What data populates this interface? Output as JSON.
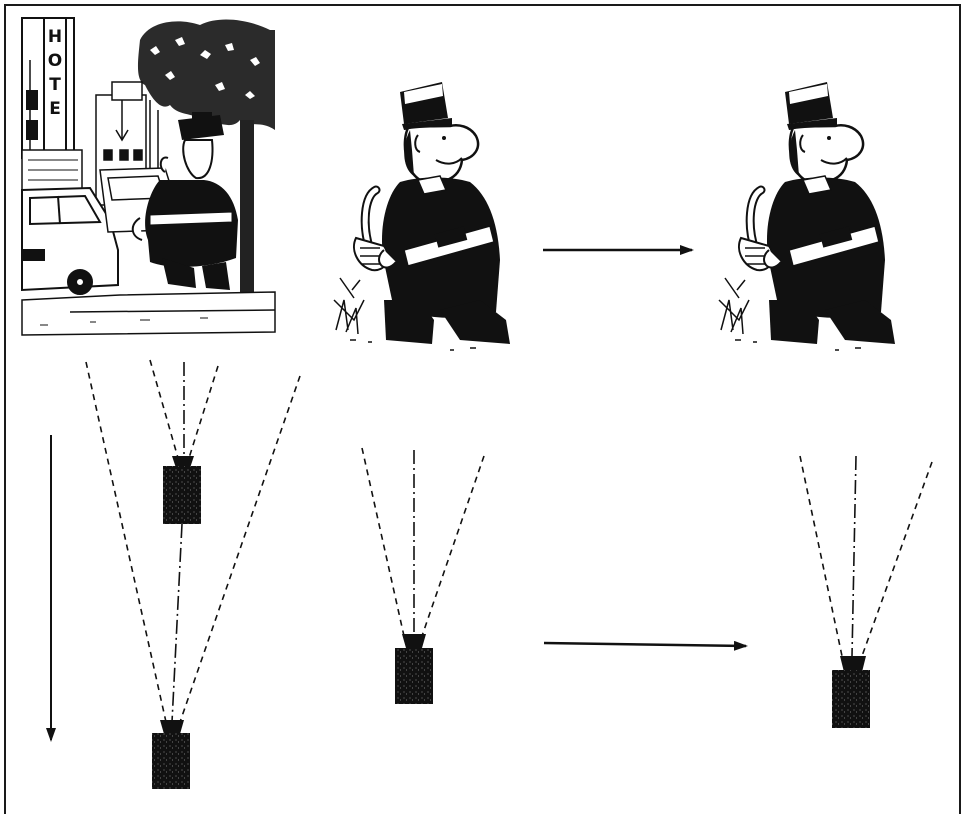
{
  "figure": {
    "panels": [
      {
        "id": "left",
        "scene": "street-wide-shot",
        "camera_move": "dolly-back"
      },
      {
        "id": "middle",
        "scene": "policeman-medium-shot",
        "camera_move": "static"
      },
      {
        "id": "right",
        "scene": "policeman-medium-shot-repeat",
        "camera_move": "static"
      }
    ],
    "sign_text": "HOTEL",
    "arrow_direction_top": "right",
    "arrow_direction_bottom": "right",
    "arrow_direction_left": "down",
    "colors": {
      "ink": "#111111",
      "paper": "#ffffff"
    }
  }
}
